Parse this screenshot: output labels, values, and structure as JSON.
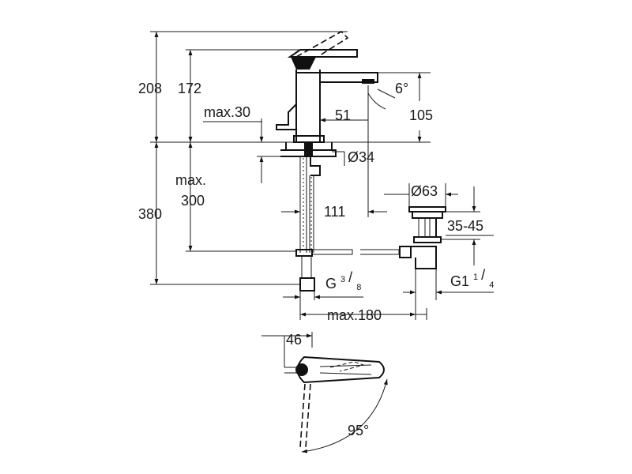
{
  "dimensions": {
    "height_total": "208",
    "height_spout": "172",
    "max_thickness": "max.30",
    "spout_angle": "6°",
    "reach_inner": "51",
    "reach_outer": "105",
    "hole_diameter": "Ø34",
    "waste_diameter": "Ø63",
    "max_below": "max.",
    "max_below_value": "300",
    "center_distance": "111",
    "below_total": "380",
    "basin_thickness": "35-45",
    "inlet_thread_main": "G",
    "inlet_thread_num": "3",
    "inlet_thread_den": "8",
    "waste_thread_main": "G1",
    "waste_thread_num": "1",
    "waste_thread_den": "4",
    "waste_offset": "max.180",
    "top_offset": "46",
    "lever_rotation": "95°"
  }
}
